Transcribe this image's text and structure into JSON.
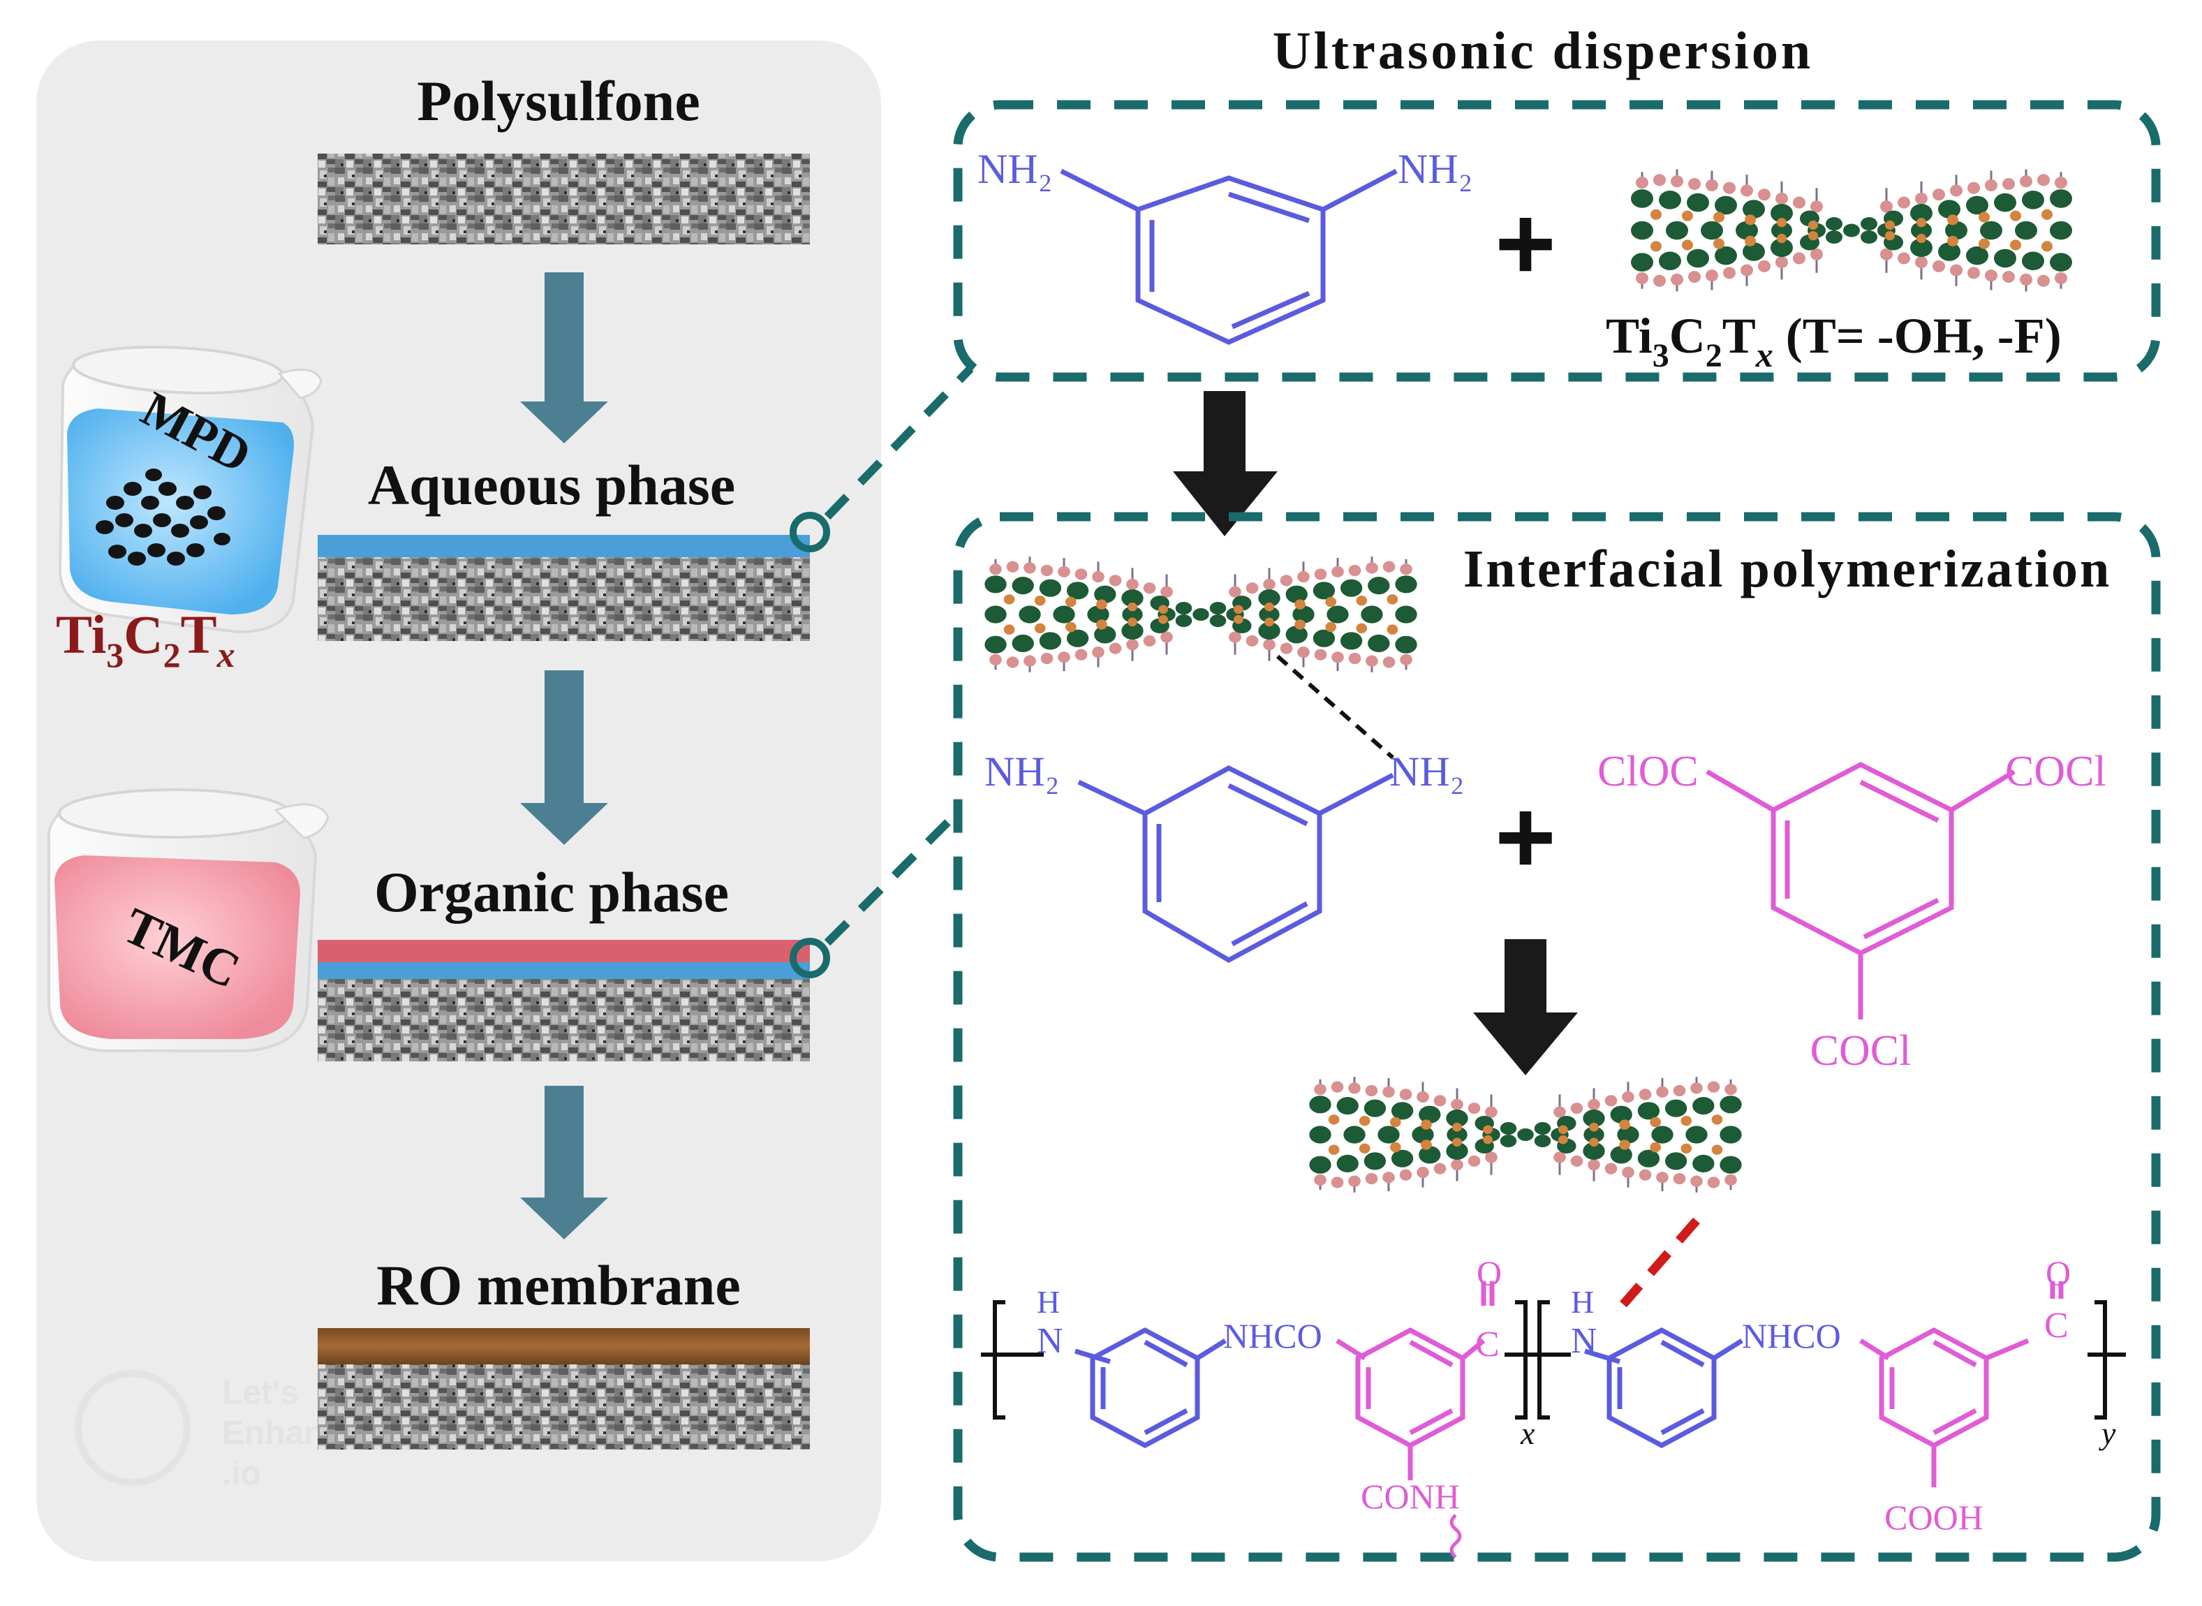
{
  "colors": {
    "panel_bg": "#ececec",
    "arrow_blue": "#4d7f93",
    "dash_teal": "#1a6b6b",
    "mpd_blue": "#5b5be0",
    "tmc_pink": "#e05cd6",
    "aqueous_stripe": "#4a9fd8",
    "organic_stripe": "#d9606e",
    "ro_brown": "#8b5a2b",
    "dark_red": "#8b1a1a",
    "mxene_green": "#1f5a35",
    "mxene_orange": "#d2803d",
    "mxene_pink": "#d98a8a",
    "highlight_red": "#d11a1a"
  },
  "left_panel": {
    "steps": [
      {
        "label": "Polysulfone"
      },
      {
        "label": "Aqueous phase"
      },
      {
        "label": "Organic phase"
      },
      {
        "label": "RO membrane"
      }
    ],
    "beakers": {
      "mpd_label": "MPD",
      "mpd_additive": {
        "main": "Ti",
        "sub1": "3",
        "mid": "C",
        "sub2": "2",
        "t": "T",
        "subx": "x"
      },
      "tmc_label": "TMC"
    },
    "watermark": {
      "line1": "Let's",
      "line2": "Enhance",
      "line3": ".io"
    }
  },
  "right_panel": {
    "top_title": "Ultrasonic  dispersion",
    "top_box": {
      "nh2_left": "NH₂",
      "nh2_right": "NH₂",
      "plus": "+",
      "mxene_label": {
        "main": "Ti",
        "sub1": "3",
        "mid": "C",
        "sub2": "2",
        "t": "T",
        "subx": "x",
        "rest": " (T= -OH, -F)"
      }
    },
    "bottom_box": {
      "title": "Interfacial  polymerization",
      "nh2_left": "NH₂",
      "nh2_right": "NH₂",
      "plus": "+",
      "tmc_top_left": "ClOC",
      "tmc_top_right": "COCl",
      "tmc_bottom": "COCl",
      "polymer": {
        "h1": "H",
        "n1": "N",
        "nhco1": "NHCO",
        "o1": "O",
        "c1": "C",
        "conh": "CONH",
        "sub_x": "x",
        "h2": "H",
        "n2": "N",
        "nhco2": "NHCO",
        "o2": "O",
        "c2": "C",
        "cooh": "COOH",
        "sub_y": "y"
      }
    }
  }
}
